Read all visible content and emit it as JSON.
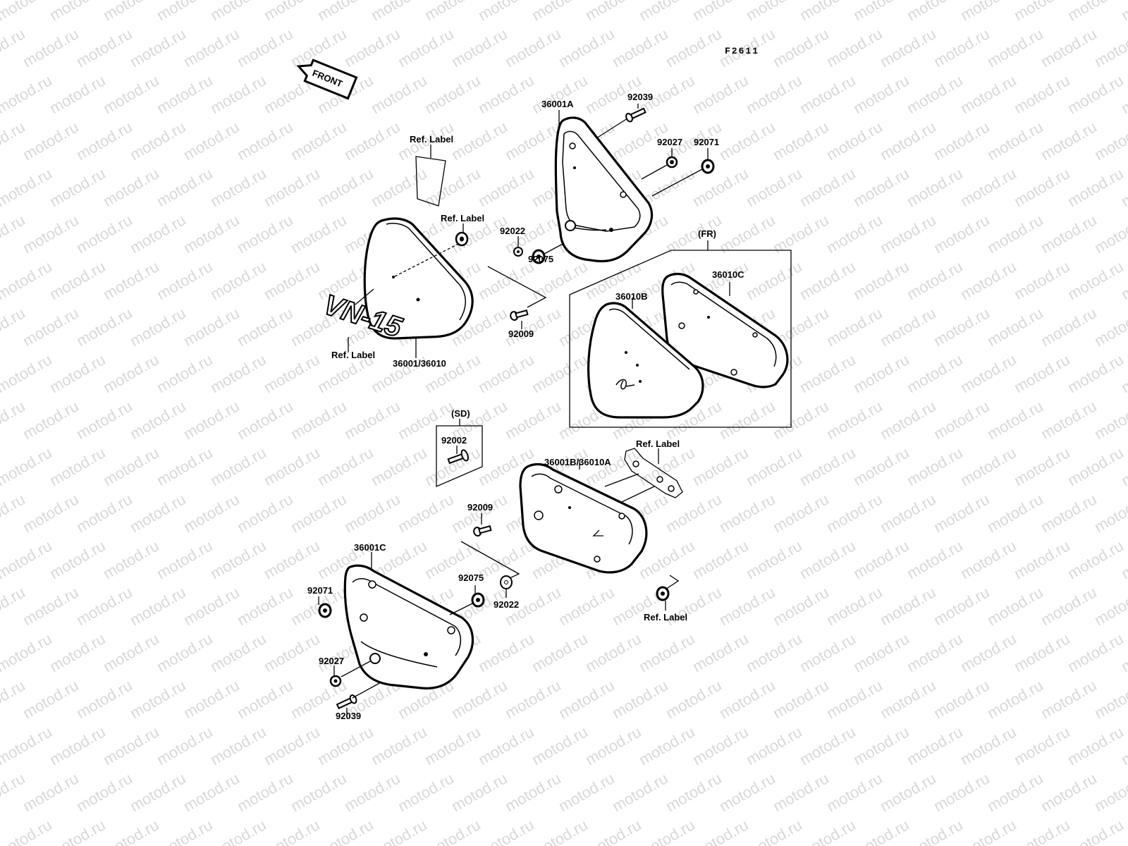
{
  "figure_code": "F2611",
  "front_arrow_text": "FRONT",
  "watermark": "motod.ru",
  "emblem_text": "VN-15",
  "group_labels": {
    "fr": "(FR)",
    "sd": "(SD)"
  },
  "labels": {
    "p36001A": "36001A",
    "p92039_top": "92039",
    "p92027_top": "92027",
    "p92071_top": "92071",
    "ref_label_1": "Ref. Label",
    "ref_label_2": "Ref. Label",
    "p92022_top": "92022",
    "p92075_top": "92075",
    "p92009_top": "92009",
    "ref_label_3": "Ref. Label",
    "p36001_36010": "36001/36010",
    "p36010B": "36010B",
    "p36010C": "36010C",
    "p92002": "92002",
    "ref_label_4": "Ref. Label",
    "p36001B_36010A": "36001B/36010A",
    "p92009_bot": "92009",
    "p36001C": "36001C",
    "p92075_bot": "92075",
    "p92022_bot": "92022",
    "p92071_bot": "92071",
    "p92027_bot": "92027",
    "p92039_bot": "92039",
    "ref_label_5": "Ref. Label"
  }
}
